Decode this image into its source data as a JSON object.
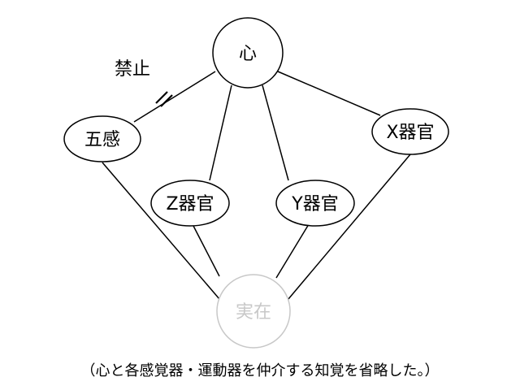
{
  "diagram": {
    "nodes": {
      "mind": "心",
      "five_senses": "五感",
      "x_organ": "X器官",
      "z_organ": "Z器官",
      "y_organ": "Y器官",
      "reality": "実在"
    },
    "edge_labels": {
      "forbidden": "禁止"
    },
    "caption": "（心と各感覚器・運動器を仲介する知覚を省略した。）",
    "colors": {
      "line": "#000000",
      "reality_stroke": "#c8c8c8",
      "reality_text": "#c8c8c8"
    }
  }
}
